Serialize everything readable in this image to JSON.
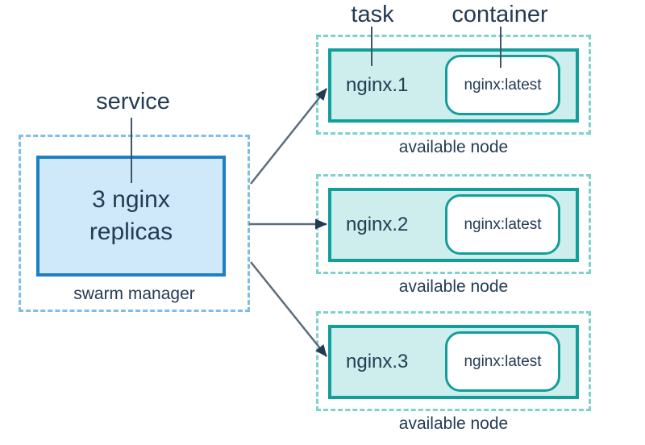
{
  "annotations": {
    "service": "service",
    "task": "task",
    "container": "container"
  },
  "swarm_manager": {
    "service_box_lines": [
      "3 nginx",
      "replicas"
    ],
    "caption": "swarm manager"
  },
  "nodes": [
    {
      "task_name": "nginx.1",
      "container_image": "nginx:latest",
      "caption": "available node"
    },
    {
      "task_name": "nginx.2",
      "container_image": "nginx:latest",
      "caption": "available node"
    },
    {
      "task_name": "nginx.3",
      "container_image": "nginx:latest",
      "caption": "available node"
    }
  ],
  "colors": {
    "text": "#233c54",
    "teal_border": "#129e9b",
    "teal_fill": "#cdeeed",
    "teal_dotted": "#7ed2cd",
    "blue_border": "#1d7fc4",
    "blue_fill": "#cfe9fb",
    "blue_dotted": "#7fbde8",
    "arrow_line": "#5d6d7b",
    "arrow_head": "#233a51",
    "pointer_line": "#3f5468"
  }
}
